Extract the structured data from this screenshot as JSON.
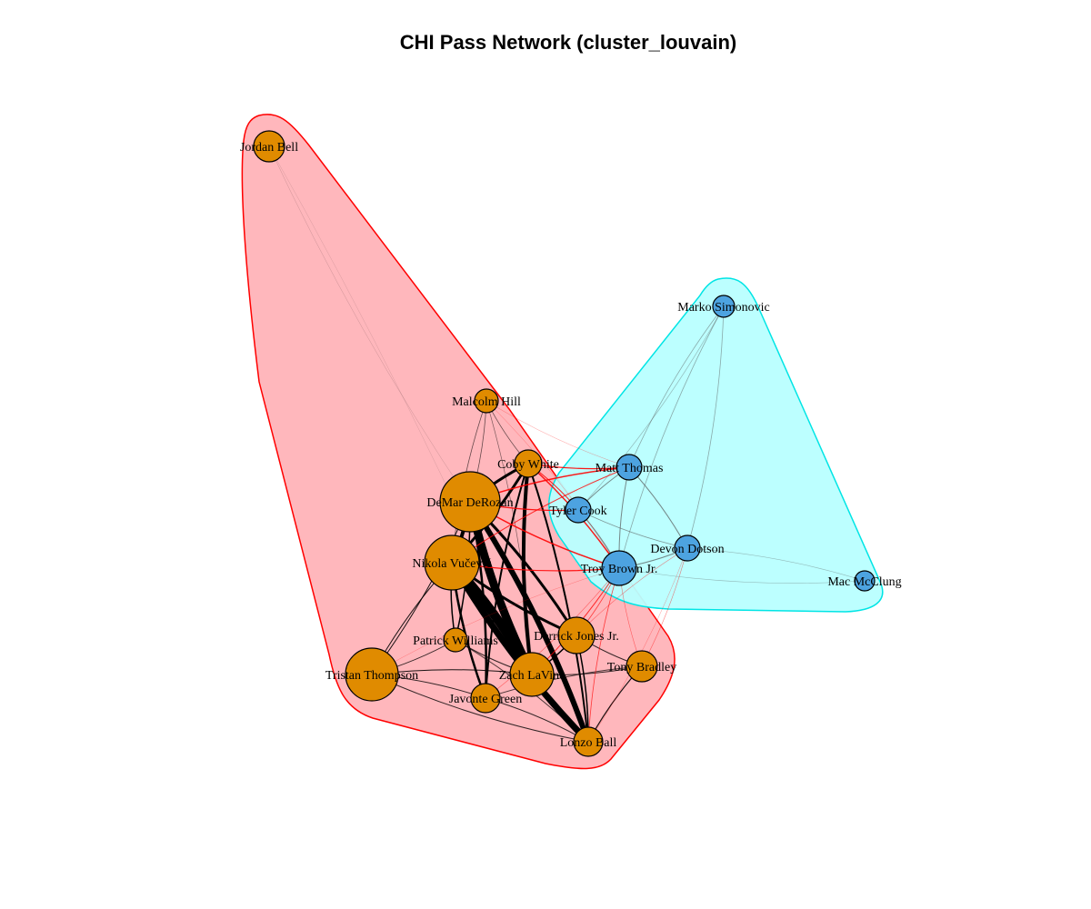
{
  "title": "CHI Pass Network (cluster_louvain)",
  "colors": {
    "cluster1_fill": "#ffb3b8",
    "cluster1_border": "#ff0000",
    "cluster2_fill": "#b8ffff",
    "cluster2_border": "#00e5e5",
    "node_cluster1": "#e08b00",
    "node_cluster2": "#4da3e0",
    "edge_within": "#000000",
    "edge_between": "#ff0000"
  },
  "nodes": [
    {
      "id": "jordan-bell",
      "label": "Jordan Bell",
      "cluster": 1
    },
    {
      "id": "malcolm-hill",
      "label": "Malcolm Hill",
      "cluster": 1
    },
    {
      "id": "coby-white",
      "label": "Coby White",
      "cluster": 1
    },
    {
      "id": "demar-derozan",
      "label": "DeMar DeRozan",
      "cluster": 1
    },
    {
      "id": "nikola-vucevic",
      "label": "Nikola Vučević",
      "cluster": 1
    },
    {
      "id": "patrick-williams",
      "label": "Patrick Williams",
      "cluster": 1
    },
    {
      "id": "tristan-thompson",
      "label": "Tristan Thompson",
      "cluster": 1
    },
    {
      "id": "derrick-jones",
      "label": "Derrick Jones Jr.",
      "cluster": 1
    },
    {
      "id": "zach-lavine",
      "label": "Zach LaVine",
      "cluster": 1
    },
    {
      "id": "javonte-green",
      "label": "Javonte Green",
      "cluster": 1
    },
    {
      "id": "tony-bradley",
      "label": "Tony Bradley",
      "cluster": 1
    },
    {
      "id": "lonzo-ball",
      "label": "Lonzo Ball",
      "cluster": 1
    },
    {
      "id": "marko-simonovic",
      "label": "Marko Simonovic",
      "cluster": 2
    },
    {
      "id": "matt-thomas",
      "label": "Matt Thomas",
      "cluster": 2
    },
    {
      "id": "tyler-cook",
      "label": "Tyler Cook",
      "cluster": 2
    },
    {
      "id": "devon-dotson",
      "label": "Devon Dotson",
      "cluster": 2
    },
    {
      "id": "troy-brown",
      "label": "Troy Brown Jr.",
      "cluster": 2
    },
    {
      "id": "mac-mcclung",
      "label": "Mac McClung",
      "cluster": 2
    }
  ]
}
